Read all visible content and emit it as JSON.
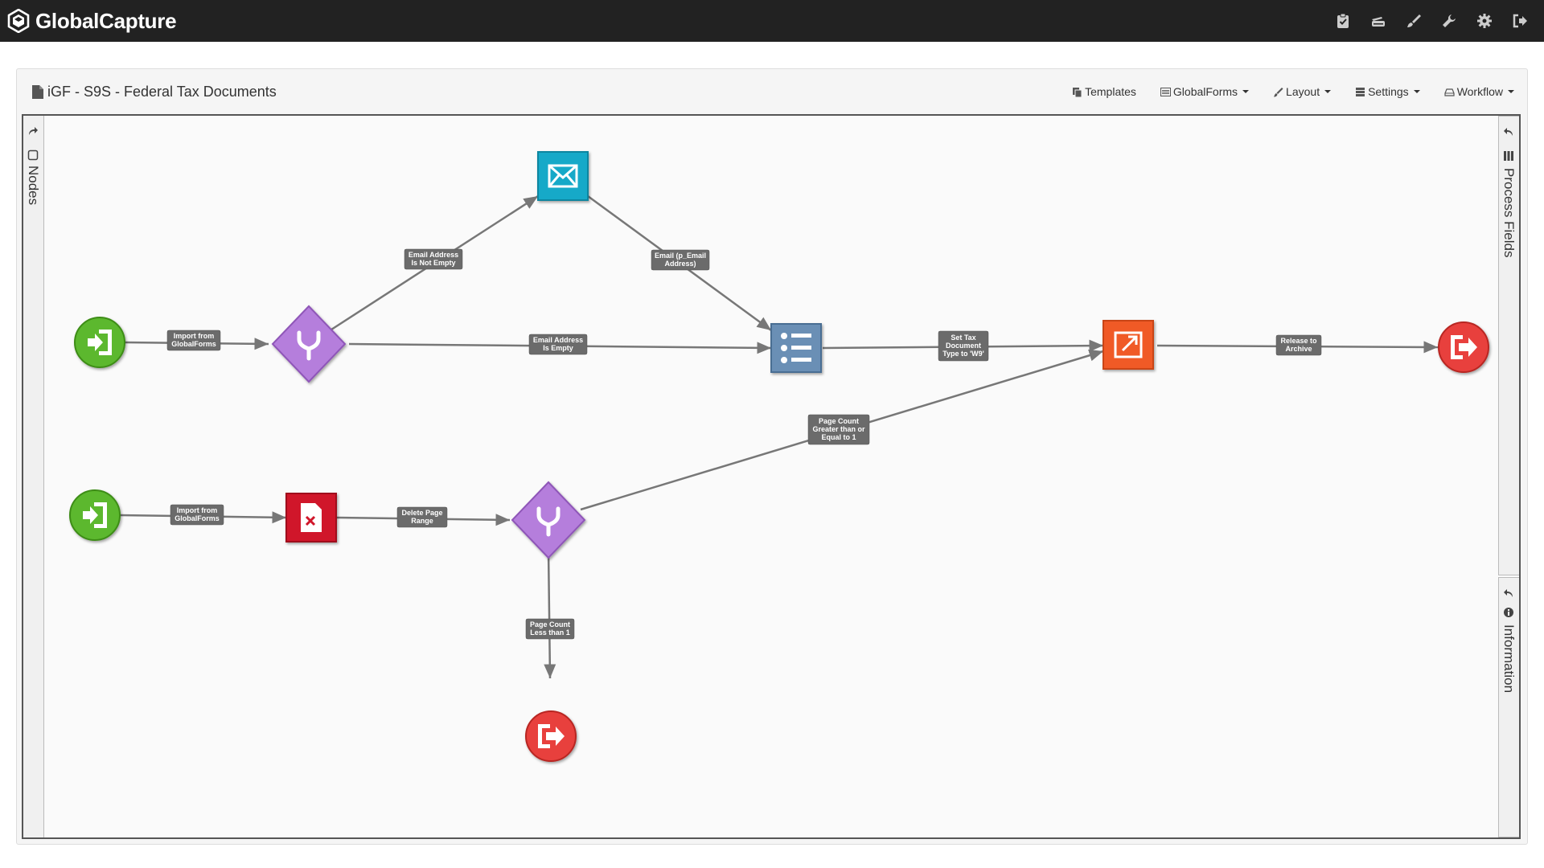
{
  "app": {
    "name": "GlobalCapture"
  },
  "top_icons": [
    "clipboard-check-icon",
    "scanner-icon",
    "brush-icon",
    "wrench-icon",
    "gear-icon",
    "sign-out-icon"
  ],
  "panel": {
    "title": "iGF - S9S - Federal Tax Documents"
  },
  "toolbar": {
    "templates": "Templates",
    "globalforms": "GlobalForms",
    "layout": "Layout",
    "settings": "Settings",
    "workflow": "Workflow"
  },
  "side_tabs": {
    "nodes": "Nodes",
    "process_fields": "Process Fields",
    "information": "Information"
  },
  "nodes": [
    {
      "id": "import1",
      "type": "import",
      "color": "#5cb82e"
    },
    {
      "id": "branch1",
      "type": "branch",
      "color": "#b57edc"
    },
    {
      "id": "email",
      "type": "email",
      "color": "#17a9c8"
    },
    {
      "id": "fields",
      "type": "list",
      "color": "#6b8fb5"
    },
    {
      "id": "export",
      "type": "export",
      "color": "#f05a28"
    },
    {
      "id": "release1",
      "type": "release",
      "color": "#e8413d"
    },
    {
      "id": "import2",
      "type": "import",
      "color": "#5cb82e"
    },
    {
      "id": "delete",
      "type": "delete-page",
      "color": "#d0142a"
    },
    {
      "id": "branch2",
      "type": "branch",
      "color": "#b57edc"
    },
    {
      "id": "release2",
      "type": "release",
      "color": "#e8413d"
    }
  ],
  "edges": [
    {
      "id": "e1",
      "lines": [
        "Import from",
        "GlobalForms"
      ]
    },
    {
      "id": "e2",
      "lines": [
        "Email Address",
        "Is Not Empty"
      ]
    },
    {
      "id": "e3",
      "lines": [
        "Email (p_Email",
        "Address)"
      ]
    },
    {
      "id": "e4",
      "lines": [
        "Email Address",
        "Is Empty"
      ]
    },
    {
      "id": "e5",
      "lines": [
        "Set Tax",
        "Document",
        "Type to 'W9'"
      ]
    },
    {
      "id": "e6",
      "lines": [
        "Release to",
        "Archive"
      ]
    },
    {
      "id": "e7",
      "lines": [
        "Page Count",
        "Greater than or",
        "Equal to 1"
      ]
    },
    {
      "id": "e8",
      "lines": [
        "Import from",
        "GlobalForms"
      ]
    },
    {
      "id": "e9",
      "lines": [
        "Delete Page",
        "Range"
      ]
    },
    {
      "id": "e10",
      "lines": [
        "Page Count",
        "Less than 1"
      ]
    }
  ]
}
